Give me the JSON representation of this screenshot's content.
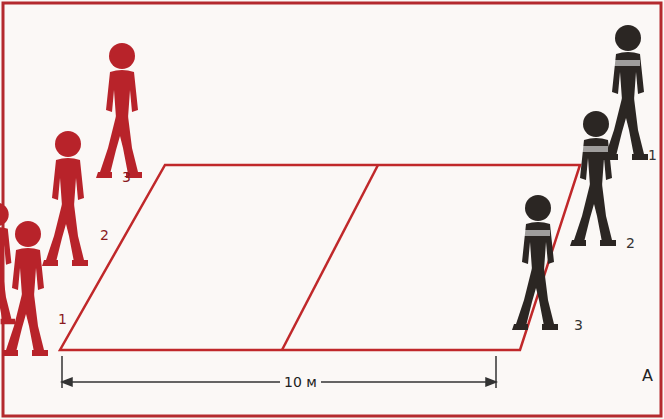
{
  "diagram": {
    "labels": [
      "3",
      "2",
      "1",
      "1",
      "2",
      "3",
      "10 м",
      "А"
    ]
  }
}
